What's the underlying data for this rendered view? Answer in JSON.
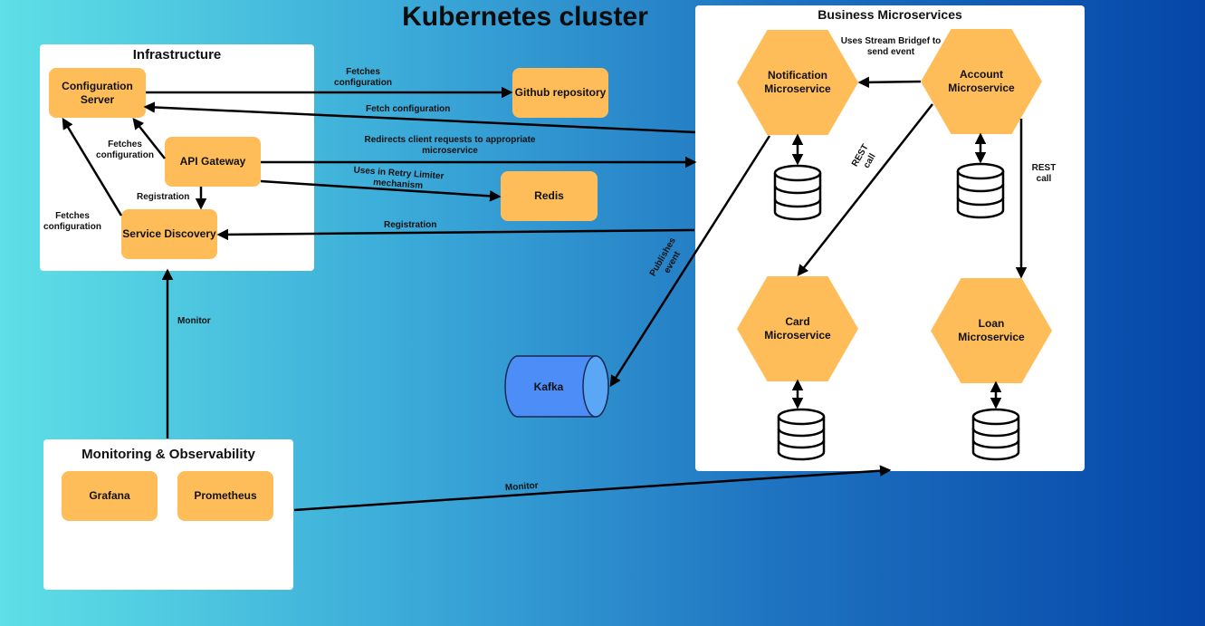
{
  "title": "Kubernetes cluster",
  "infrastructure": {
    "title": "Infrastructure",
    "config_server": "Configuration Server",
    "api_gateway": "API Gateway",
    "service_discovery": "Service Discovery"
  },
  "external": {
    "github": "Github repository",
    "redis": "Redis",
    "kafka": "Kafka"
  },
  "business": {
    "title": "Business Microservices",
    "notification": "Notification Microservice",
    "account": "Account Microservice",
    "card": "Card Microservice",
    "loan": "Loan Microservice"
  },
  "monitoring": {
    "title": "Monitoring & Observability",
    "grafana": "Grafana",
    "prometheus": "Prometheus"
  },
  "edges": {
    "fetches_configuration_github": "Fetches configuration",
    "fetch_configuration": "Fetch configuration",
    "redirects": "Redirects client requests to appropriate microservice",
    "retry_limiter": "Uses in Retry Limiter mechanism",
    "registration_ms": "Registration",
    "gateway_fetches": "Fetches configuration",
    "gateway_registration": "Registration",
    "sd_fetches": "Fetches configuration",
    "monitor_sd": "Monitor",
    "monitor_ms": "Monitor",
    "stream_bridge": "Uses Stream Bridgef to send event",
    "rest_call_card": "REST call",
    "rest_call_loan": "REST call",
    "publishes_event": "Publishes event"
  },
  "colors": {
    "node": "#ffbd59",
    "kafka": "#4d8df7",
    "panel": "#ffffff"
  }
}
